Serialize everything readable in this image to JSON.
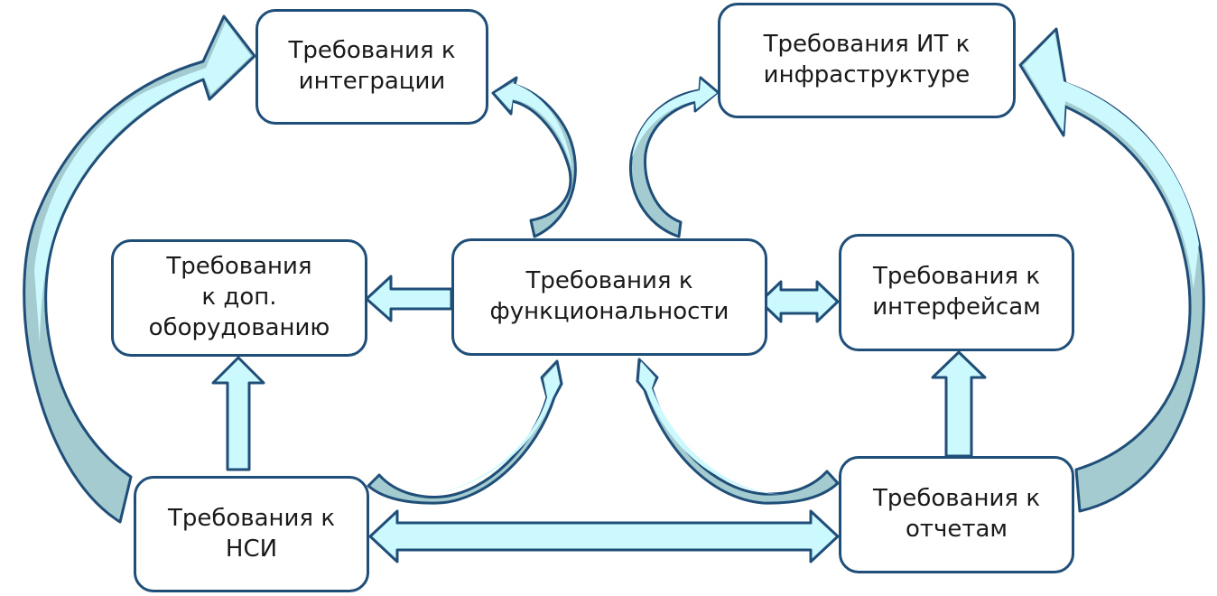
{
  "colors": {
    "stroke": "#1f4e79",
    "arrow_fill_light": "#ccf9fd",
    "arrow_fill_dark": "#a4cbd0",
    "box_fill": "#ffffff",
    "text": "#1a1a1a"
  },
  "nodes": {
    "integration": "Требования к\nинтеграции",
    "it_infra": "Требования ИТ к\nинфраструктуре",
    "equipment": "Требования\nк доп.\nоборудованию",
    "functionality": "Требования к\nфункциональности",
    "interfaces": "Требования к\nинтерфейсам",
    "nsi": "Требования к\nНСИ",
    "reports": "Требования к\nотчетам"
  },
  "edges": [
    {
      "from": "functionality",
      "to": "integration",
      "style": "curved"
    },
    {
      "from": "functionality",
      "to": "it_infra",
      "style": "curved"
    },
    {
      "from": "functionality",
      "to": "equipment",
      "style": "straight"
    },
    {
      "from": "functionality",
      "to": "interfaces",
      "style": "double"
    },
    {
      "from": "nsi",
      "to": "equipment",
      "style": "straight"
    },
    {
      "from": "nsi",
      "to": "functionality",
      "style": "curved"
    },
    {
      "from": "nsi",
      "to": "integration",
      "style": "curved"
    },
    {
      "from": "nsi",
      "to": "reports",
      "style": "double"
    },
    {
      "from": "reports",
      "to": "interfaces",
      "style": "straight"
    },
    {
      "from": "reports",
      "to": "functionality",
      "style": "curved"
    },
    {
      "from": "reports",
      "to": "it_infra",
      "style": "curved"
    }
  ]
}
